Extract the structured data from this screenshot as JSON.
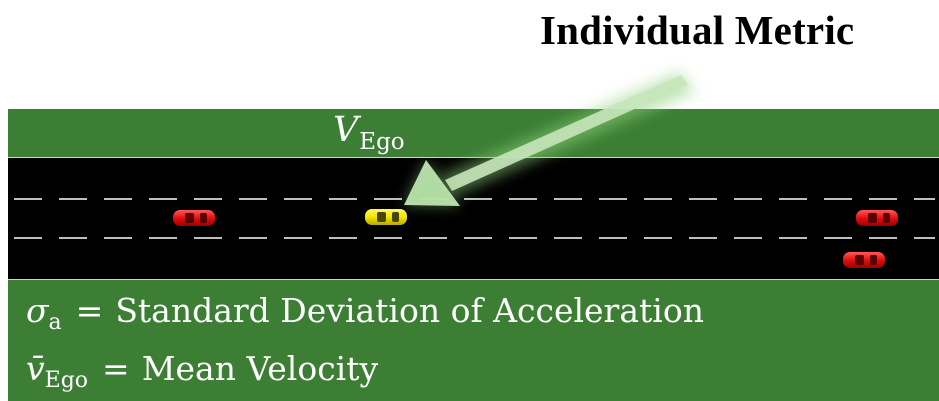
{
  "title": "Individual Metric",
  "ego_label": {
    "symbol": "V",
    "subscript": "Ego"
  },
  "legend": [
    {
      "symbol": "σ",
      "subscript": "a",
      "eq": "=",
      "text": "Standard Deviation of Acceleration"
    },
    {
      "symbol": "v̄",
      "subscript": "Ego",
      "eq": "=",
      "text": "Mean Velocity"
    }
  ],
  "colors": {
    "grass": "#3b7e34",
    "road": "#000000",
    "lane_dash": "#bfbfbf",
    "other_car": "#e01010",
    "ego_car": "#f3e600",
    "arrow": "#b7dca9"
  },
  "icons": {
    "ego_vehicle": "yellow-car-icon",
    "other_vehicle": "red-car-icon"
  }
}
